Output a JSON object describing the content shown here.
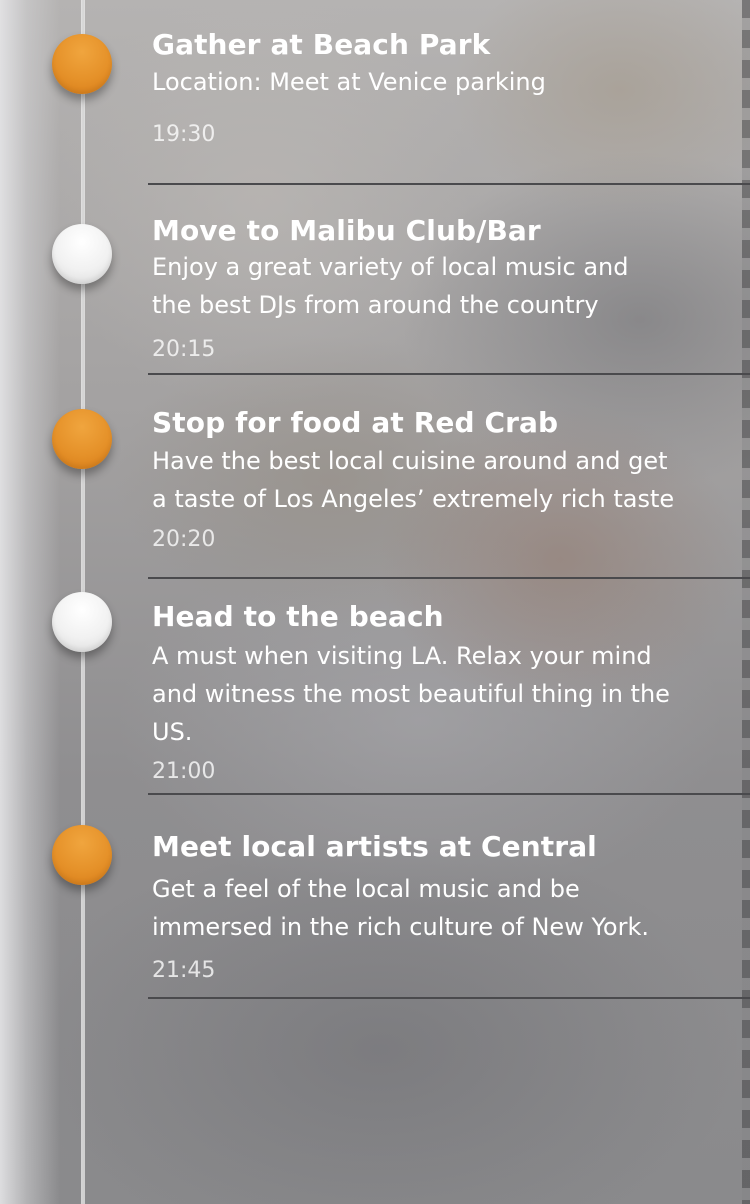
{
  "timeline": {
    "events": [
      {
        "title": "Gather at Beach Park",
        "description": "Location: Meet at Venice parking",
        "time": "19:30",
        "dot_color": "#e69329",
        "completed": true
      },
      {
        "title": "Move to Malibu Club/Bar",
        "description": "Enjoy a great variety of local music and\nthe best DJs from around the country",
        "time": "20:15",
        "dot_color": "#f2f2f2",
        "completed": false
      },
      {
        "title": "Stop for food at Red Crab",
        "description": "Have the best local cuisine around and get\na taste of Los Angeles’ extremely rich taste",
        "time": "20:20",
        "dot_color": "#e69329",
        "completed": true
      },
      {
        "title": "Head to the beach",
        "description": "A must when visiting LA. Relax your mind\nand witness the most beautiful thing in the\nUS.",
        "time": "21:00",
        "dot_color": "#f2f2f2",
        "completed": false
      },
      {
        "title": "Meet local artists at Central",
        "description": "Get a feel of the local music and be\nimmersed in the rich culture of New York.",
        "time": "21:45",
        "dot_color": "#e69329",
        "completed": true
      }
    ]
  },
  "colors": {
    "accent": "#e69329",
    "pending": "#f2f2f2",
    "divider": "#4a4a4d"
  }
}
